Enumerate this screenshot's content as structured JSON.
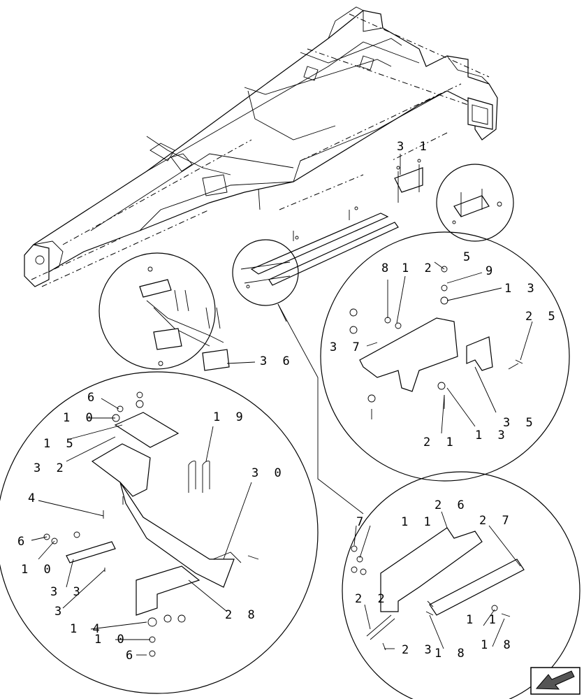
{
  "callouts": {
    "c31": "3 1",
    "c5": "5",
    "c8": "8",
    "c12": "1 2",
    "c9": "9",
    "c13a": "1 3",
    "c25": "2 5",
    "c37": "3 7",
    "c35": "3 5",
    "c21": "2 1",
    "c13b": "1 3",
    "c36": "3 6",
    "c6a": "6",
    "c10a": "1 0",
    "c15": "1 5",
    "c19": "1 9",
    "c32": "3 2",
    "c30": "3 0",
    "c4": "4",
    "c6b": "6",
    "c10b": "1 0",
    "c33": "3 3",
    "c3": "3",
    "c28": "2 8",
    "c14": "1 4",
    "c10c": "1 0",
    "c6c": "6",
    "c26": "2 6",
    "c7": "7",
    "c11a": "1 1",
    "c27": "2 7",
    "c22": "2 2",
    "c23": "2 3",
    "c18a": "1 8",
    "c11b": "1 1",
    "c18b": "1 8"
  },
  "nav": {
    "icon": "previous-page-arrow-icon"
  }
}
